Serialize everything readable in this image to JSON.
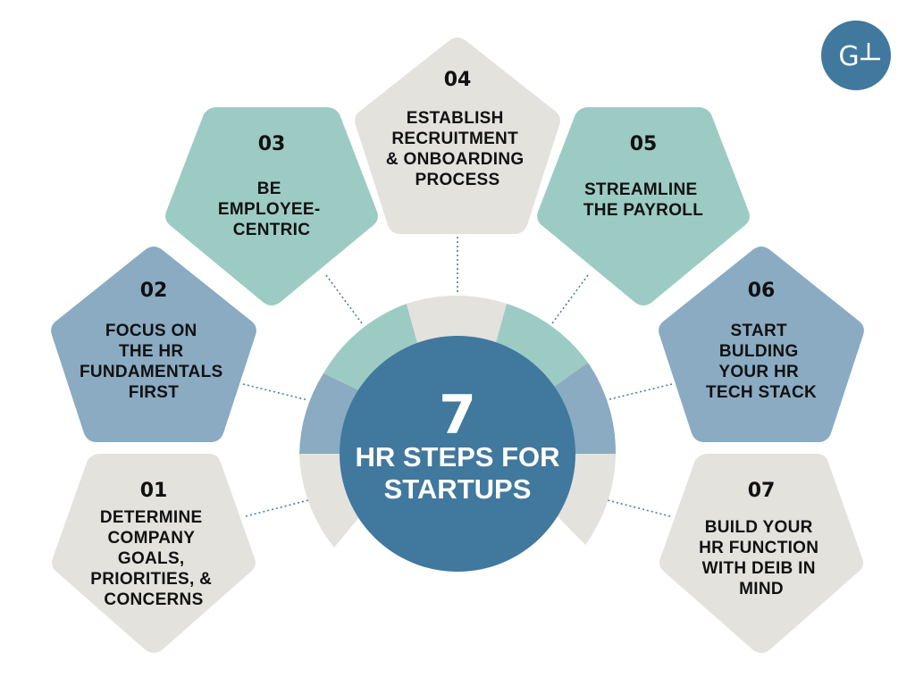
{
  "colors": {
    "gray": "#e3e2dd",
    "blue": "#8aabc2",
    "teal": "#9ccbc4",
    "center": "#41789d",
    "connector": "#4a7fa0"
  },
  "logo": {
    "text": "G",
    "icon": "gl-logo-icon"
  },
  "center": {
    "big": "7",
    "line1": "HR STEPS FOR",
    "line2": "STARTUPS"
  },
  "steps": [
    {
      "num": "01",
      "lines": [
        "DETERMINE",
        "COMPANY",
        "GOALS,",
        "PRIORITIES, &",
        "CONCERNS"
      ],
      "color": "gray"
    },
    {
      "num": "02",
      "lines": [
        "FOCUS ON",
        "THE HR",
        "FUNDAMENTALS",
        "FIRST"
      ],
      "color": "blue"
    },
    {
      "num": "03",
      "lines": [
        "BE",
        "EMPLOYEE-",
        "CENTRIC"
      ],
      "color": "teal"
    },
    {
      "num": "04",
      "lines": [
        "ESTABLISH",
        "RECRUITMENT",
        "& ONBOARDING",
        "PROCESS"
      ],
      "color": "gray"
    },
    {
      "num": "05",
      "lines": [
        "STREAMLINE",
        "THE PAYROLL"
      ],
      "color": "teal"
    },
    {
      "num": "06",
      "lines": [
        "START",
        "BULDING",
        "YOUR HR",
        "TECH STACK"
      ],
      "color": "blue"
    },
    {
      "num": "07",
      "lines": [
        "BUILD YOUR",
        "HR FUNCTION",
        "WITH DEIB IN",
        "MIND"
      ],
      "color": "gray"
    }
  ]
}
